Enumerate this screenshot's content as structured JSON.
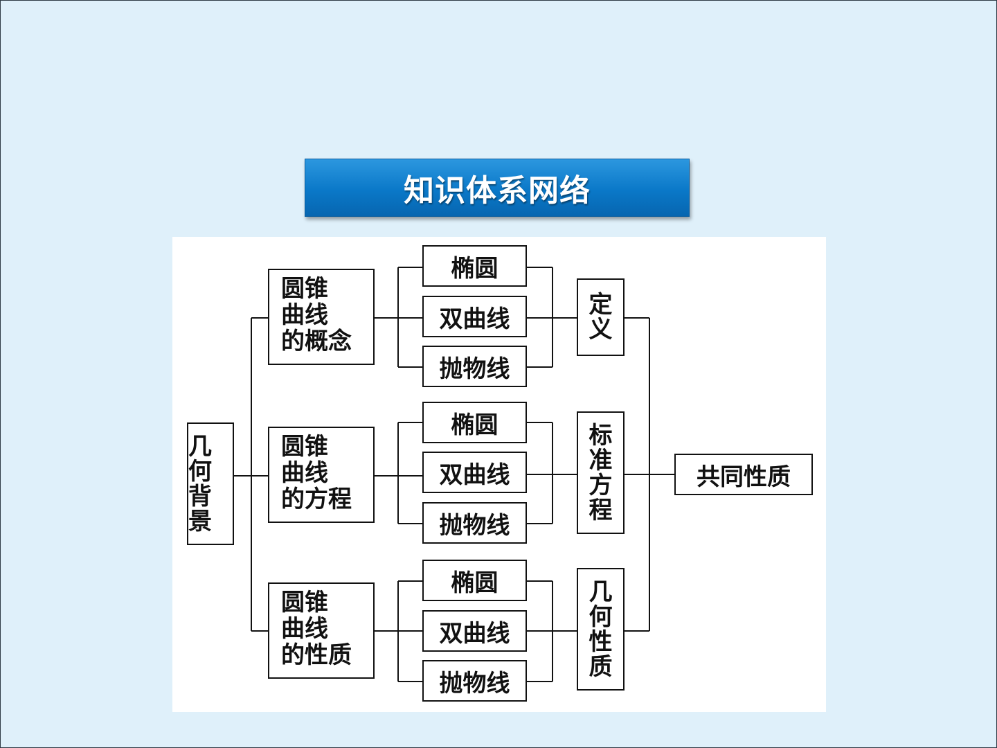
{
  "title": "知识体系网络",
  "diagram": {
    "root": "几何背景",
    "topics": [
      "圆锥曲线的概念",
      "圆锥曲线的方程",
      "圆锥曲线的性质"
    ],
    "curves": [
      "椭圆",
      "双曲线",
      "抛物线"
    ],
    "aspects": [
      "定义",
      "标准方程",
      "几何性质"
    ],
    "result": "共同性质"
  },
  "colors": {
    "background": "#dff0fa",
    "title_bar": "#0a78c8",
    "title_text": "#ffffff",
    "panel": "#ffffff",
    "line": "#111111"
  }
}
